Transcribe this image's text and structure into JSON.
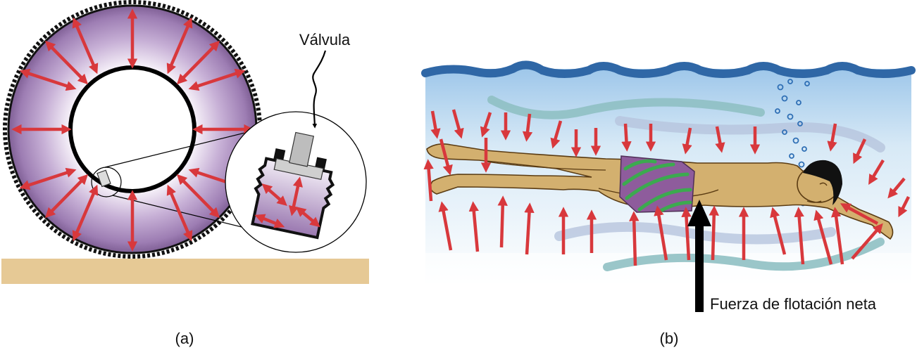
{
  "panels": [
    {
      "id": "a",
      "caption": "(a)"
    },
    {
      "id": "b",
      "caption": "(b)"
    }
  ],
  "labels": {
    "valve": "Válvula",
    "net_buoyant_force": "Fuerza de flotación neta"
  },
  "colors": {
    "arrow": "#d8383c",
    "tire": "#a27fb6",
    "tire_light": "#f2ecf6",
    "tread": "#111111",
    "ground": "#e6c995",
    "water_top": "#2f67a6",
    "water_bottom": "#ffffff",
    "skin": "#d3b06f",
    "trunks": "#8e5c9c",
    "stripe": "#3caa4f",
    "hair": "#111111",
    "bubble": "#2f6fb5"
  }
}
